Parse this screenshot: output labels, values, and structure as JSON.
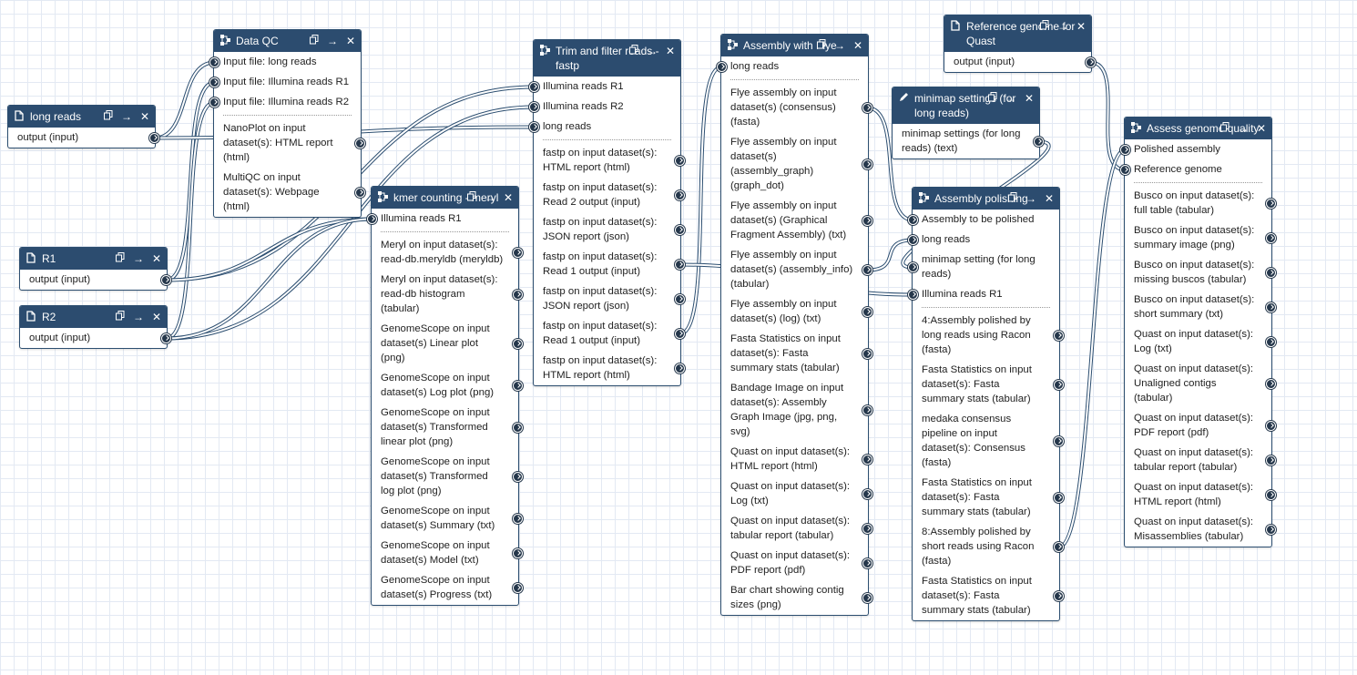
{
  "nodes": {
    "long_reads": {
      "title": "long reads",
      "outputs": [
        "output (input)"
      ]
    },
    "r1": {
      "title": "R1",
      "outputs": [
        "output (input)"
      ]
    },
    "r2": {
      "title": "R2",
      "outputs": [
        "output (input)"
      ]
    },
    "data_qc": {
      "title": "Data QC",
      "inputs": [
        "Input file: long reads",
        "Input file: Illumina reads R1",
        "Input file: Illumina reads R2"
      ],
      "outputs": [
        "NanoPlot on input dataset(s): HTML report (html)",
        "MultiQC on input dataset(s): Webpage (html)"
      ]
    },
    "kmer": {
      "title": "kmer counting - meryl",
      "inputs": [
        "Illumina reads R1"
      ],
      "outputs": [
        "Meryl on input dataset(s): read-db.meryldb (meryldb)",
        "Meryl on input dataset(s): read-db histogram (tabular)",
        "GenomeScope on input dataset(s) Linear plot (png)",
        "GenomeScope on input dataset(s) Log plot (png)",
        "GenomeScope on input dataset(s) Transformed linear plot (png)",
        "GenomeScope on input dataset(s) Transformed log plot (png)",
        "GenomeScope on input dataset(s) Summary (txt)",
        "GenomeScope on input dataset(s) Model (txt)",
        "GenomeScope on input dataset(s) Progress (txt)"
      ]
    },
    "fastp": {
      "title": "Trim and filter reads - fastp",
      "inputs": [
        "Illumina reads R1",
        "Illumina reads R2",
        "long reads"
      ],
      "outputs": [
        "fastp on input dataset(s): HTML report (html)",
        "fastp on input dataset(s): Read 2 output (input)",
        "fastp on input dataset(s): JSON report (json)",
        "fastp on input dataset(s): Read 1 output (input)",
        "fastp on input dataset(s): JSON report (json)",
        "fastp on input dataset(s): Read 1 output (input)",
        "fastp on input dataset(s): HTML report (html)"
      ]
    },
    "flye": {
      "title": "Assembly with Flye",
      "inputs": [
        "long reads"
      ],
      "outputs": [
        "Flye assembly on input dataset(s) (consensus) (fasta)",
        "Flye assembly on input dataset(s) (assembly_graph) (graph_dot)",
        "Flye assembly on input dataset(s) (Graphical Fragment Assembly) (txt)",
        "Flye assembly on input dataset(s) (assembly_info) (tabular)",
        "Flye assembly on input dataset(s) (log) (txt)",
        "Fasta Statistics on input dataset(s): Fasta summary stats (tabular)",
        "Bandage Image on input dataset(s): Assembly Graph Image (jpg, png, svg)",
        "Quast on input dataset(s): HTML report (html)",
        "Quast on input dataset(s): Log (txt)",
        "Quast on input dataset(s): tabular report (tabular)",
        "Quast on input dataset(s): PDF report (pdf)",
        "Bar chart showing contig sizes (png)"
      ]
    },
    "ref": {
      "title": "Reference genome for Quast",
      "outputs": [
        "output (input)"
      ]
    },
    "minimap": {
      "title": "minimap settings (for long reads)",
      "outputs": [
        "minimap settings (for long reads) (text)"
      ]
    },
    "polish": {
      "title": "Assembly polishing",
      "inputs": [
        "Assembly to be polished",
        "long reads",
        "minimap setting (for long reads)",
        "Illumina reads R1"
      ],
      "outputs": [
        "4:Assembly polished by long reads using Racon (fasta)",
        "Fasta Statistics on input dataset(s): Fasta summary stats (tabular)",
        "medaka consensus pipeline on input dataset(s): Consensus (fasta)",
        "Fasta Statistics on input dataset(s): Fasta summary stats (tabular)",
        "8:Assembly polished by short reads using Racon (fasta)",
        "Fasta Statistics on input dataset(s): Fasta summary stats (tabular)"
      ]
    },
    "assess": {
      "title": "Assess genome quality",
      "inputs": [
        "Polished assembly",
        "Reference genome"
      ],
      "outputs": [
        "Busco on input dataset(s): full table (tabular)",
        "Busco on input dataset(s): summary image (png)",
        "Busco on input dataset(s): missing buscos (tabular)",
        "Busco on input dataset(s): short summary (txt)",
        "Quast on input dataset(s): Log (txt)",
        "Quast on input dataset(s): Unaligned contigs (tabular)",
        "Quast on input dataset(s): PDF report (pdf)",
        "Quast on input dataset(s): tabular report (tabular)",
        "Quast on input dataset(s): HTML report (html)",
        "Quast on input dataset(s): Misassemblies (tabular)"
      ]
    }
  },
  "icons": {
    "input": "file-icon",
    "subworkflow": "subworkflow-icon",
    "parameter": "pencil-icon",
    "copy": "copy-icon",
    "forward": "arrow-right-icon",
    "close": "close-icon"
  },
  "colors": {
    "header": "#2c4c6f",
    "border": "#2c4e70",
    "wire": "#2c4e70",
    "terminal": "#25374b"
  }
}
